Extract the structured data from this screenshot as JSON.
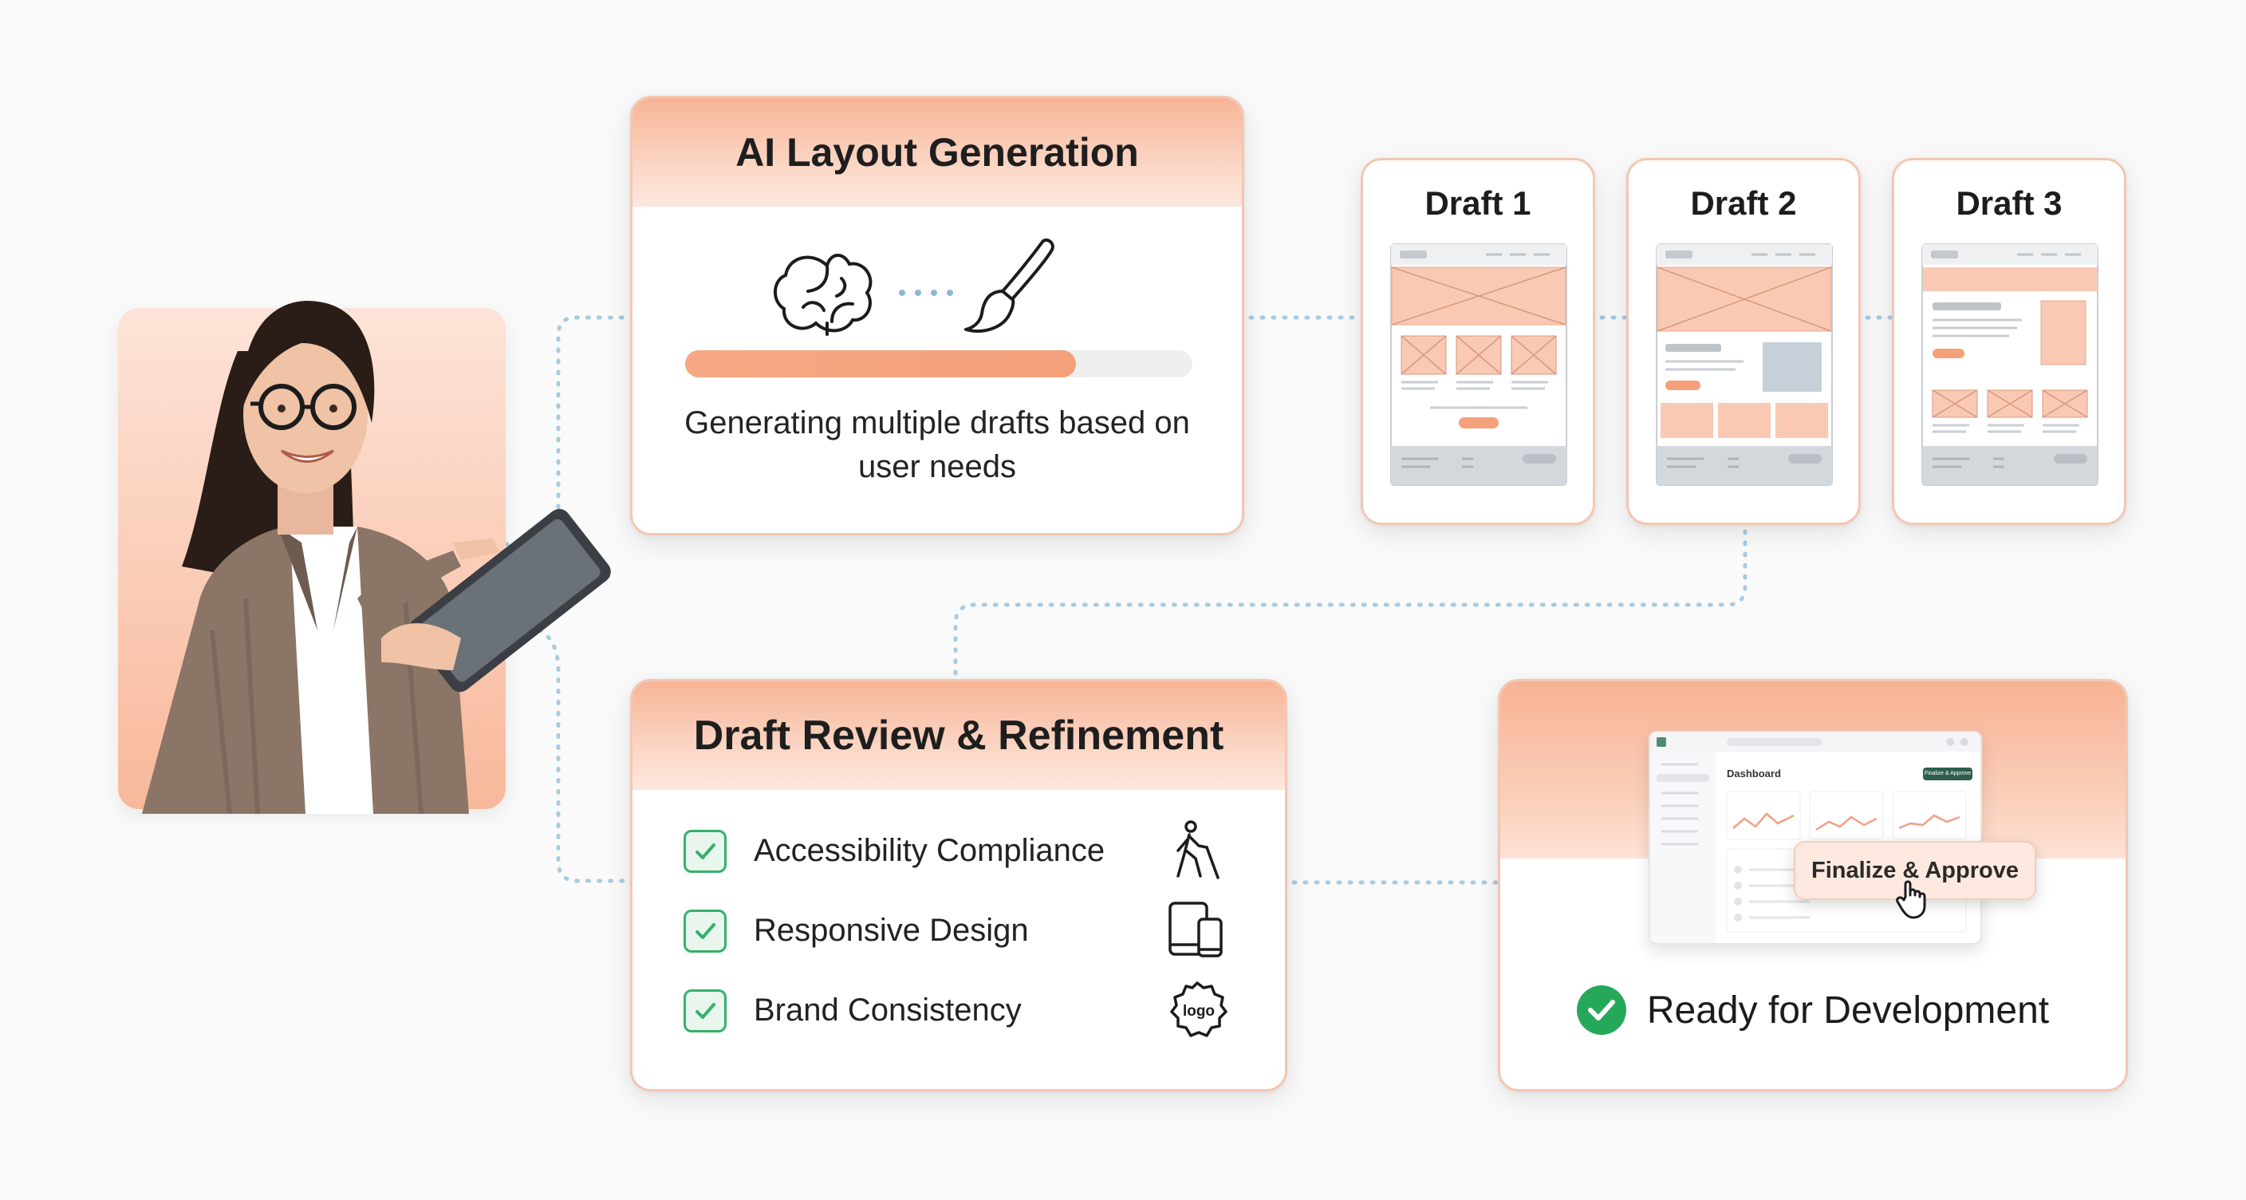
{
  "colors": {
    "accent": "#f6a884",
    "card_border": "#f3c7b2",
    "connector": "#a9cbe0",
    "check_green": "#36b06a",
    "ready_green": "#25a85a"
  },
  "ai_card": {
    "title": "AI Layout Generation",
    "icons": [
      "brain-icon",
      "paintbrush-icon"
    ],
    "progress": 0.77,
    "description": "Generating multiple drafts based on user needs"
  },
  "drafts": [
    {
      "title": "Draft 1"
    },
    {
      "title": "Draft 2"
    },
    {
      "title": "Draft 3"
    }
  ],
  "review_card": {
    "title": "Draft Review & Refinement",
    "items": [
      {
        "label": "Accessibility Compliance",
        "icon": "accessibility-walker-icon"
      },
      {
        "label": "Responsive Design",
        "icon": "devices-icon"
      },
      {
        "label": "Brand Consistency",
        "icon": "logo-badge-icon",
        "icon_text": "logo"
      }
    ]
  },
  "final_card": {
    "dashboard_title": "Dashboard",
    "dashboard_button": "Finalize & Approve",
    "action_label": "Finalize & Approve",
    "status": "Ready for Development"
  }
}
